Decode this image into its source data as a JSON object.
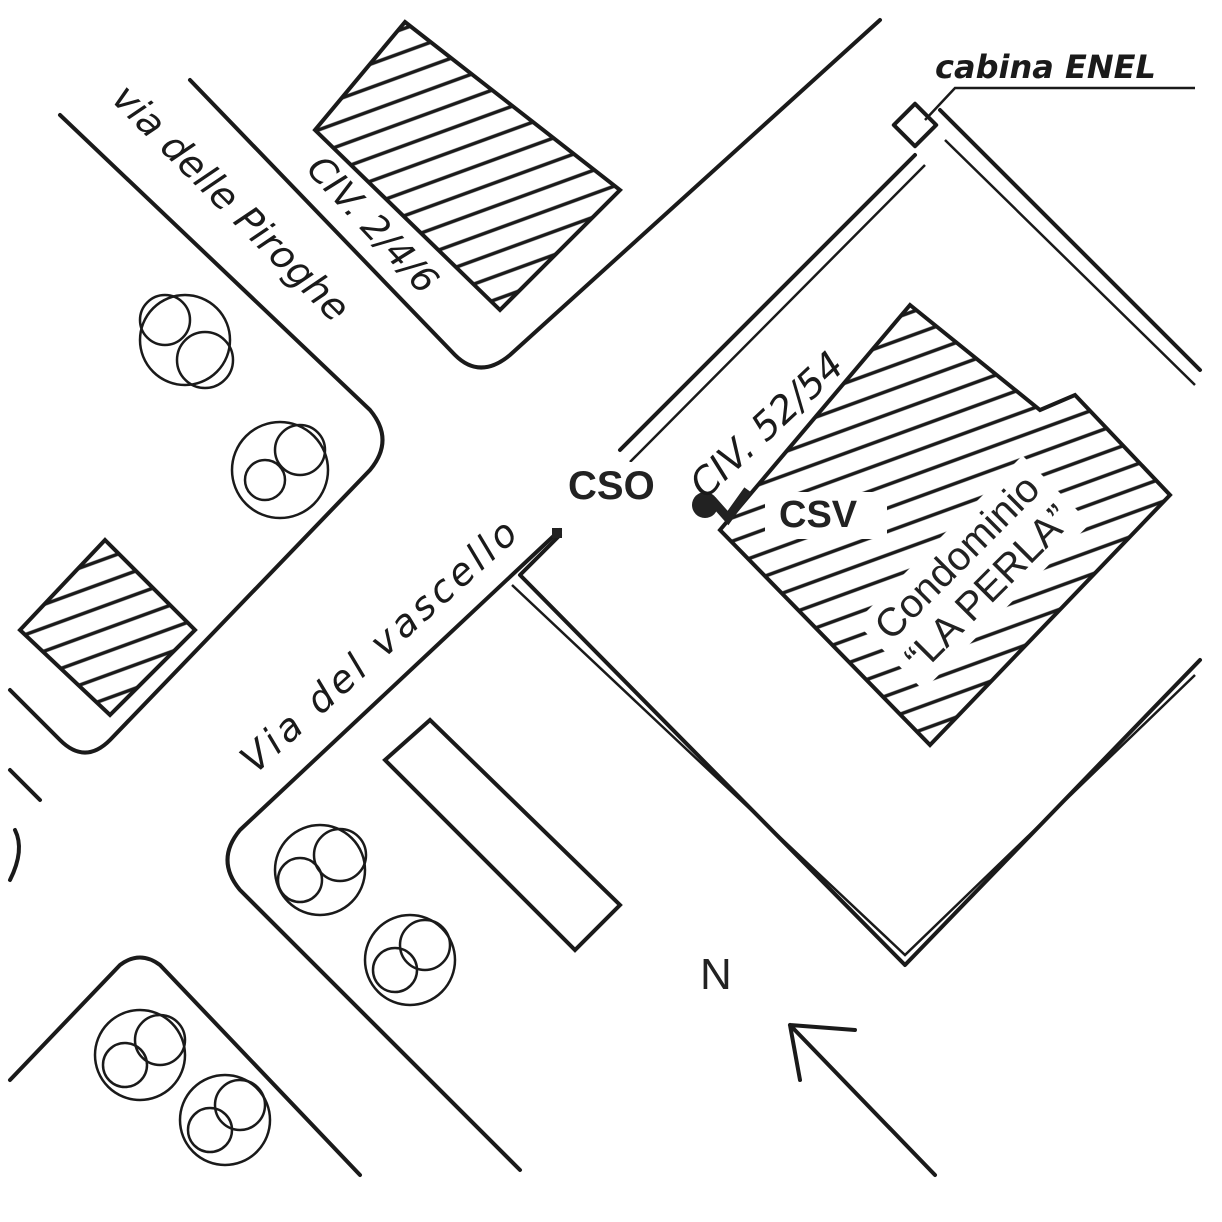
{
  "streets": {
    "via_delle_piroghe": "via delle Piroghe",
    "via_del_vascello": "Via del vascello"
  },
  "civic_numbers": {
    "upper_block": "CIV. 2/4/6",
    "condominio_block": "CIV. 52/54"
  },
  "markers": {
    "cso": "CSO",
    "csv": "CSV"
  },
  "cabina_label": "cabina ENEL",
  "condominio": {
    "line1": "Condominio",
    "line2": "“LA PERLA”"
  },
  "north_label": "N"
}
